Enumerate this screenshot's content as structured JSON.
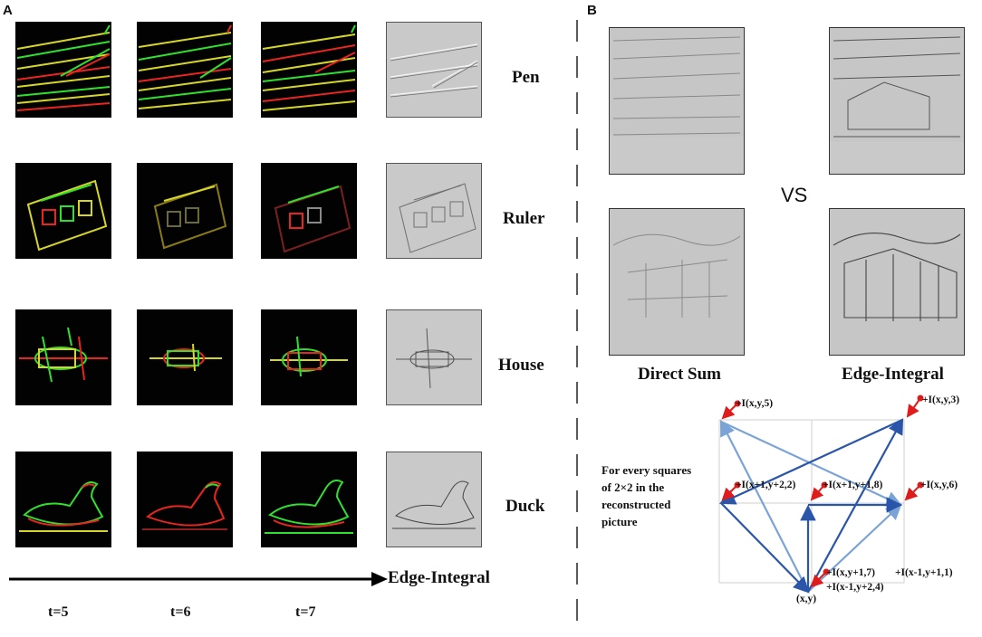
{
  "panel_a": {
    "letter": "A",
    "rows": [
      {
        "label": "Pen"
      },
      {
        "label": "Ruler"
      },
      {
        "label": "House"
      },
      {
        "label": "Duck"
      }
    ],
    "time_labels": [
      "t=5",
      "t=6",
      "t=7"
    ],
    "arrow_label": "Edge-Integral",
    "colors": {
      "green": "#2fe02f",
      "red": "#e8251e",
      "yellow": "#d6d62a",
      "background": "#020202",
      "gray": "#c9c9c9"
    }
  },
  "panel_b": {
    "letter": "B",
    "vs_label": "VS",
    "captions": {
      "left": "Direct Sum",
      "right": "Edge-Integral"
    },
    "note": "For every squares of 2×2 in the reconstructed picture",
    "formulas": {
      "f1": "+I(x,y,5)",
      "f2": "+I(x,y,3)",
      "f3": "+I(x+1,y+2,2)",
      "f4": "+I(x+1,y+1,8)",
      "f5": "+I(x,y,6)",
      "f6": "+I(x,y+1,7)",
      "f7": "+I(x-1,y+1,1)",
      "f8": "+I(x-1,y+2,4)",
      "origin": "(x,y)"
    },
    "colors": {
      "dark_arrow": "#2a55a8",
      "light_arrow": "#7aa3d6",
      "red_arrow": "#e01b1b"
    }
  }
}
